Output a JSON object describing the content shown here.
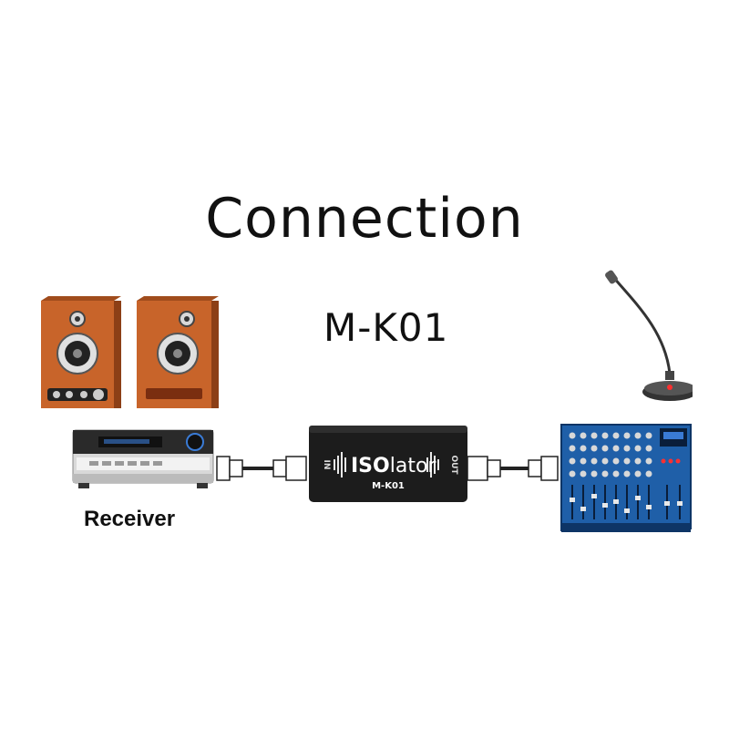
{
  "header": {
    "title": "Connection",
    "model": "M-K01"
  },
  "devices": {
    "receiver": {
      "label": "Receiver"
    },
    "isolator": {
      "left_port": "IN",
      "brand_bold": "ISO",
      "brand_rest": "lator",
      "model": "M-K01",
      "right_port": "OUT"
    }
  },
  "colors": {
    "wood": "#c8642a",
    "isolator_body": "#1c1c1c",
    "mixer_blue": "#1f5fa8"
  }
}
